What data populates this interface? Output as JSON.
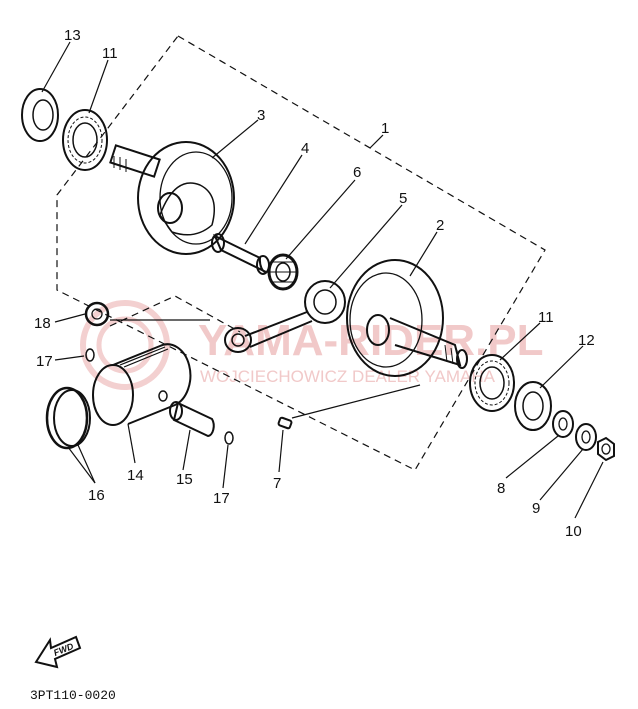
{
  "callouts": {
    "n1": "1",
    "n2": "2",
    "n3": "3",
    "n4": "4",
    "n5": "5",
    "n6": "6",
    "n7": "7",
    "n8": "8",
    "n9": "9",
    "n10": "10",
    "n11a": "11",
    "n11b": "11",
    "n12": "12",
    "n13": "13",
    "n14": "14",
    "n15": "15",
    "n16": "16",
    "n17a": "17",
    "n17b": "17",
    "n18": "18"
  },
  "watermark": {
    "main": "YAMA-RIDER.PL",
    "sub": "WOJCIECHOWICZ DEALER YAMAHA"
  },
  "direction_label": "FWD",
  "diagram_code": "3PT110-0020",
  "colors": {
    "ink": "#111111",
    "watermark": "#f1c9c9"
  }
}
